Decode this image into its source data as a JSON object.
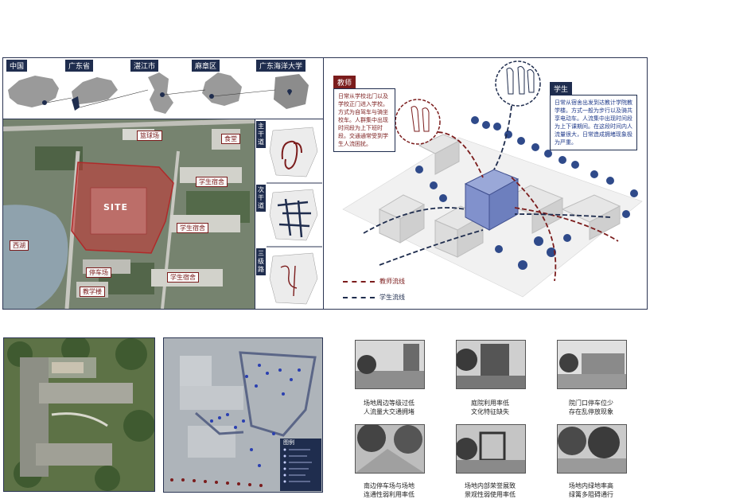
{
  "location_strip": {
    "labels": [
      "中国",
      "广东省",
      "湛江市",
      "麻章区",
      "广东海洋大学"
    ]
  },
  "site_map": {
    "site_label": "SITE",
    "buildings": {
      "basketball": "篮球场",
      "canteen": "食堂",
      "dorm1": "学生宿舍",
      "dorm2": "学生宿舍",
      "dorm3": "学生宿舍",
      "west_lake": "西湖",
      "parking": "停车场",
      "teaching": "教学楼"
    }
  },
  "roads": {
    "labels": [
      "主干道",
      "次干道",
      "三级路"
    ]
  },
  "axon": {
    "teacher": {
      "head": "教师",
      "text": "日常从学校北门以及学校正门进入学校。方式为自驾车与骑坐校车。人群集中出现时间段为上下班时段。交通通常受到学生人流困扰。"
    },
    "student": {
      "head": "学生",
      "text": "日常从宿舍出发到达教计学院教学楼。方式一般为步行以及骑共享电动车。人流集中出现时间段为上下课期间。在这段时间内人流量很大，日常造成拥堵现象极为严重。"
    },
    "legend": {
      "teacher_flow": "教师流线",
      "student_flow": "学生流线"
    }
  },
  "plan": {
    "legend_title": "图例"
  },
  "photos": [
    {
      "caption_1": "场地周边等级过低",
      "caption_2": "人流量大交通拥堵"
    },
    {
      "caption_1": "庭院利用率低",
      "caption_2": "文化特征缺失"
    },
    {
      "caption_1": "院门口停车位少",
      "caption_2": "存在乱停放现象"
    },
    {
      "caption_1": "南边停车场与场地",
      "caption_2": "连通性弱利用率低"
    },
    {
      "caption_1": "场地内部荣誉展致",
      "caption_2": "景观性弱使用率低"
    },
    {
      "caption_1": "场地内绿地率高",
      "caption_2": "绿篱多阻碍通行"
    }
  ],
  "colors": {
    "navy": "#1f2d4e",
    "teacher_red": "#7b1c1c",
    "site_red": "#c0392b",
    "student_blue": "#2a3f8f"
  }
}
